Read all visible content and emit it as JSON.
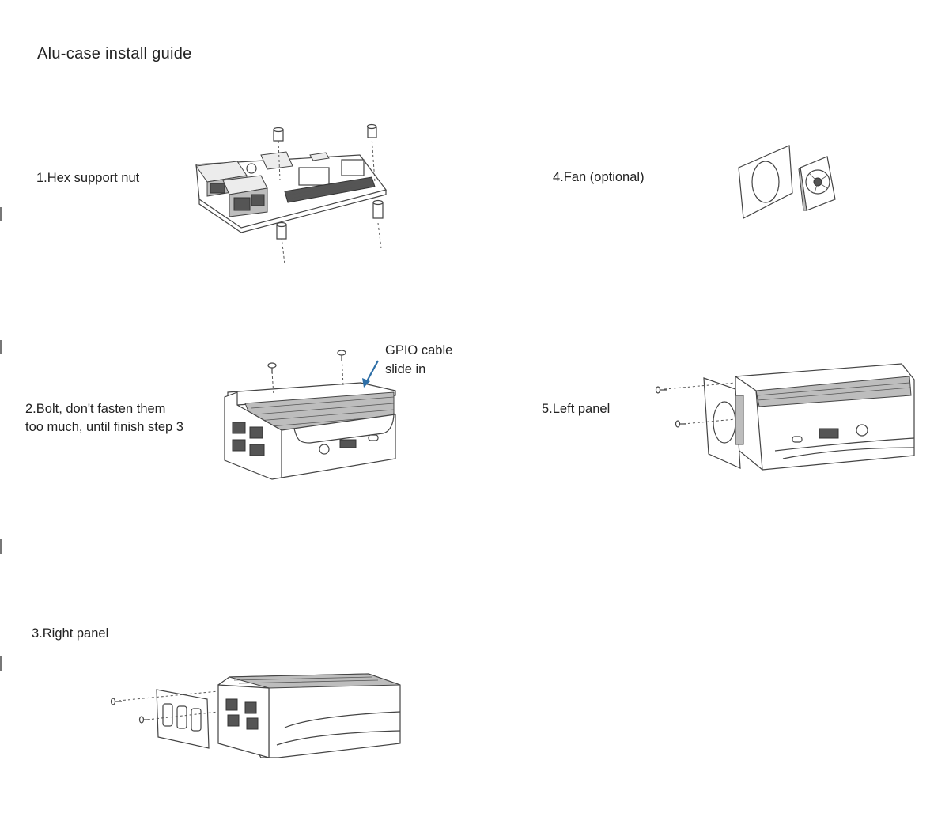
{
  "title": "Alu-case install guide",
  "steps": [
    {
      "label": "1.Hex support  nut"
    },
    {
      "label": "2.Bolt, don't fasten them",
      "label2": "too much, until finish step 3"
    },
    {
      "label": "3.Right panel"
    },
    {
      "label": "4.Fan (optional)"
    },
    {
      "label": "5.Left panel"
    }
  ],
  "callout": {
    "line1": "GPIO cable",
    "line2": "slide in",
    "arrow_color": "#2e6fa7"
  }
}
